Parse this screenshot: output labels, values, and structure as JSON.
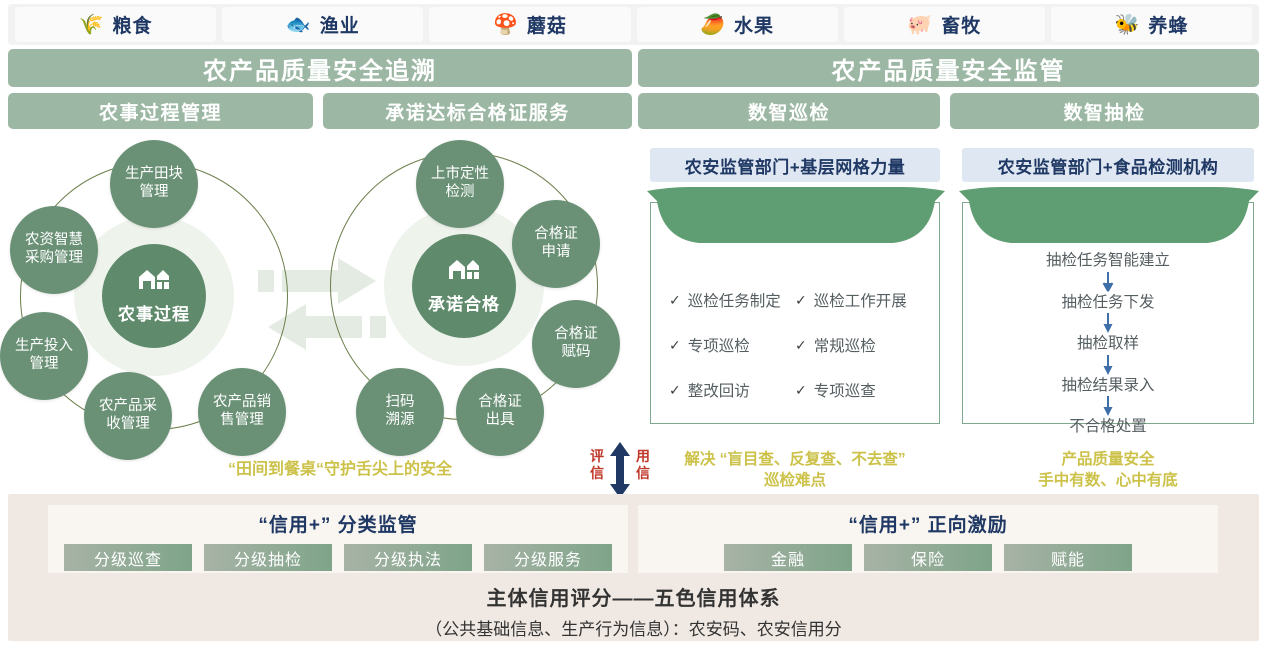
{
  "categories": [
    {
      "icon": "grain-icon",
      "emoji": "🌾",
      "label": "粮食"
    },
    {
      "icon": "fish-icon",
      "emoji": "🐟",
      "label": "渔业"
    },
    {
      "icon": "mushroom-icon",
      "emoji": "🍄",
      "label": "蘑菇"
    },
    {
      "icon": "mango-icon",
      "emoji": "🥭",
      "label": "水果"
    },
    {
      "icon": "pig-icon",
      "emoji": "🐖",
      "label": "畜牧"
    },
    {
      "icon": "bee-icon",
      "emoji": "🐝",
      "label": "养蜂"
    }
  ],
  "banners": {
    "traceability": "农产品质量安全追溯",
    "supervision": "农产品质量安全监管"
  },
  "subbanners": {
    "farm_process": "农事过程管理",
    "certificate": "承诺达标合格证服务",
    "inspection": "数智巡检",
    "sampling": "数智抽检"
  },
  "wheel_left": {
    "hub_label": "农事过程",
    "hub_icon": "barn-icon",
    "nodes": [
      {
        "line1": "生产田块",
        "line2": "管理"
      },
      {
        "line1": "农资智慧",
        "line2": "采购管理"
      },
      {
        "line1": "生产投入",
        "line2": "管理"
      },
      {
        "line1": "农产品采",
        "line2": "收管理"
      },
      {
        "line1": "农产品销",
        "line2": "售管理"
      }
    ]
  },
  "wheel_right": {
    "hub_label": "承诺合格",
    "hub_icon": "barn-icon",
    "nodes": [
      {
        "line1": "上市定性",
        "line2": "检测"
      },
      {
        "line1": "合格证",
        "line2": "申请"
      },
      {
        "line1": "合格证",
        "line2": "赋码"
      },
      {
        "line1": "合格证",
        "line2": "出具"
      },
      {
        "line1": "扫码",
        "line2": "溯源"
      }
    ]
  },
  "inspection_panel": {
    "header": "农安监管部门+基层网格力量",
    "items": [
      "巡检任务制定",
      "巡检工作开展",
      "专项巡检",
      "常规巡检",
      "整改回访",
      "专项巡查"
    ],
    "tick": "✓"
  },
  "sampling_panel": {
    "header": "农安监管部门+食品检测机构",
    "steps": [
      "抽检任务智能建立",
      "抽检任务下发",
      "抽检取样",
      "抽检结果录入",
      "不合格处置"
    ]
  },
  "taglines": {
    "traceability": "“田间到餐桌“守护舌尖上的安全",
    "inspection_line1": "解决 “盲目查、反复查、不去查”",
    "inspection_line2": "巡检难点",
    "sampling_line1": "产品质量安全",
    "sampling_line2": "手中有数、心中有底"
  },
  "credit_arrow": {
    "left_line1": "评",
    "left_line2": "信",
    "right_line1": "用",
    "right_line2": "信"
  },
  "credit_band": {
    "left": {
      "title": "“信用+” 分类监管",
      "chips": [
        "分级巡查",
        "分级抽检",
        "分级执法",
        "分级服务"
      ]
    },
    "right": {
      "title": "“信用+” 正向激励",
      "chips": [
        "金融",
        "保险",
        "赋能"
      ]
    },
    "footer_title": "主体信用评分——五色信用体系",
    "footer_sub": "（公共基础信息、生产行为信息）：农安码、农安信用分"
  },
  "colors": {
    "banner_green": "#9cb8a4",
    "node_green": "#6a9176",
    "hub_green": "#5f8b6c",
    "panel_header_blue": "#dfe7f2",
    "navy_text": "#1f3864",
    "tagline_gold": "#ccc24a",
    "credit_red": "#c0392b",
    "band_beige": "#f0e9e3"
  }
}
